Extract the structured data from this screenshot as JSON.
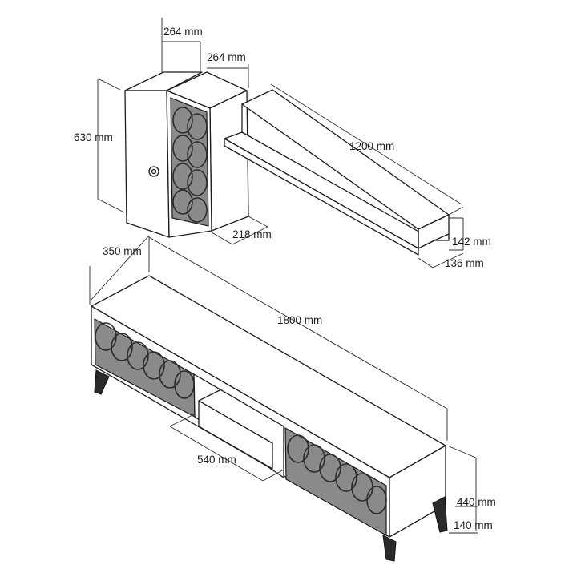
{
  "dimensions": {
    "cabinet_width_a": "264 mm",
    "cabinet_width_b": "264 mm",
    "cabinet_height": "630 mm",
    "cabinet_depth": "218 mm",
    "shelf_length": "1200 mm",
    "shelf_height": "142 mm",
    "shelf_depth": "136 mm",
    "tv_depth": "350 mm",
    "tv_length": "1800 mm",
    "tv_compartment": "540 mm",
    "tv_height": "440 mm",
    "leg_height": "140 mm"
  }
}
